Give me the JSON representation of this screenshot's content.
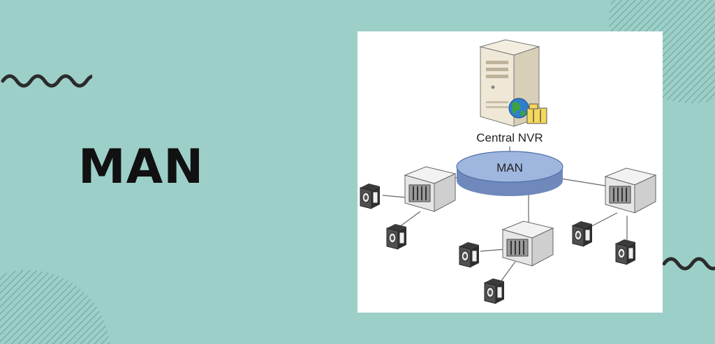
{
  "slide": {
    "title": "MAN",
    "background_color": "#9dcfc9"
  },
  "diagram": {
    "server_label": "Central NVR",
    "network_label": "MAN",
    "icons": [
      "server-tower-icon",
      "globe-icon",
      "folder-icon",
      "nvr-box-icon",
      "camera-icon"
    ],
    "nodes": [
      {
        "name": "nvr-left",
        "cameras": 2
      },
      {
        "name": "nvr-bottom",
        "cameras": 2
      },
      {
        "name": "nvr-right",
        "cameras": 2
      }
    ],
    "colors": {
      "network_fill": "#9fb6df",
      "network_stroke": "#4f6fa8"
    }
  }
}
